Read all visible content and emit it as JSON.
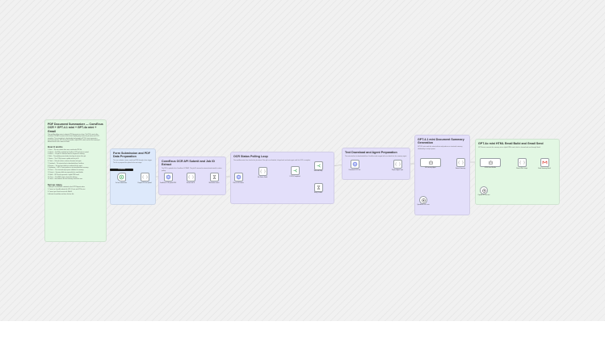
{
  "sticky_main": {
    "title": "PDF Document Summarizer — ConvExus OCR + GPT-4.1 mini + GPT-4o mini + Gmail",
    "intro": "This workflow allows users to submit a PDF document via a form. The PDF is sent to the ConvExus OCR API to extract all of the text. A polling loop checks the job status until OCR completes. The extracted text is downloaded and passed to GPT-4.1 mini to generate a structured summary. GPT-4o mini then builds a styled HTML email, and the final summary is delivered to the user's inbox via Gmail.",
    "how_heading": "How it works",
    "how_steps": [
      "1. Form — The user submits their name, email and a PDF file.",
      "2. Upload — The PDF is uploaded to ConvExus OCR and a job is created.",
      "3. Extract — The job ID is extracted from the response for tracking.",
      "4. Wait — The workflow pauses before checking the status of the job.",
      "5. Status — The OCR job status is polled with the job ID.",
      "6. Check — If the job is done, continue; otherwise wait again.",
      "7. Download — The extracted text is downloaded from ConvExus.",
      "8. Prepare — Text and user details are combined for the agent.",
      "9. Summarize — GPT-4.1 mini produces a structured document summary.",
      "10. Parse — The structured output parser validates the summary.",
      "11. Format — Summary fields are prepared for the email builder.",
      "12. Build — GPT-4o mini generates a styled HTML email.",
      "13. Clean — The HTML output is cleaned for delivery.",
      "14. Send — Gmail delivers the final summary email to the user."
    ],
    "setup_heading": "Set up steps",
    "setup_steps": [
      "1. Add your ConvExus API credentials to the HTTP Request nodes.",
      "2. Connect an OpenAI credential for GPT-4.1 mini and GPT-4o mini.",
      "3. Connect your Gmail account with OAuth2.",
      "4. Activate the workflow and share the form link."
    ]
  },
  "sections": [
    {
      "title": "Form Submission and PDF Data Preparation",
      "desc": "The user submits a name, email and PDF through a form trigger. The file is prepared for upload in the next stage."
    },
    {
      "title": "ConvExus OCR API Submit and Job ID Extract",
      "desc": "The PDF is posted to the ConvExus OCR API. The job ID returned is extracted and stored for status polling."
    },
    {
      "title": "OCR Status Polling Loop",
      "desc": "The workflow waits, then checks the job status. If the job is not finished, it loops back and waits again until the OCR is complete."
    },
    {
      "title": "Text Download and Agent Preparation",
      "desc": "The extracted text is downloaded from ConvExus and merged with user details for the summary agent."
    },
    {
      "title": "GPT-4.1 mini Document Summary Generation",
      "desc": "GPT-4.1 mini reads the extracted text and produces a structured summary validated by an output parser."
    },
    {
      "title": "GPT-4o mini HTML Email Build and Gmail Send",
      "desc": "GPT-4o mini converts the summary into a styled HTML email, which is cleaned and sent through Gmail."
    }
  ],
  "nodes": {
    "form": "On form submission",
    "prep_pdf": "Prepare PDF for Upload",
    "upload": "ConvExus OCR Upload PDF",
    "extract_id": "Extract Job ID",
    "wait1": "Wait before status",
    "get_status": "Check OCR Status",
    "job_fields": "Job Status Fields",
    "if_done": "If OCR Completed",
    "wait_poll": "Wait and Retry",
    "retry": "Retry Counter",
    "download": "Download OCR Text",
    "prep_agent": "Prepare Agent Input",
    "summary_agent": "AI Summary Agent",
    "model_41": "OpenAI GPT-4.1 mini",
    "format_summary": "Format Summary",
    "html_agent": "HTML Email Builder",
    "model_4o": "OpenAI GPT-4o mini",
    "clean_html": "Clean HTML Output",
    "gmail": "Send Summary Email"
  },
  "test_button": "Test workflow",
  "colors": {
    "green_note": "#e2f7e3",
    "blue_note": "#dde9fb",
    "purple_note": "#e3dffa",
    "gmail_red": "#d93025"
  }
}
